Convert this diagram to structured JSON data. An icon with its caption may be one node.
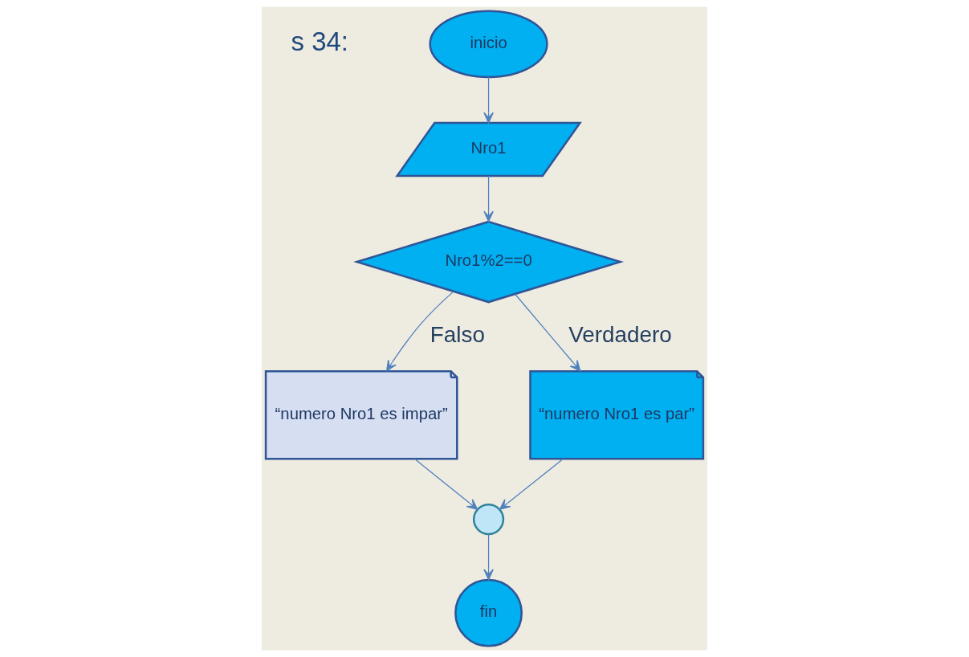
{
  "diagram": {
    "nodes": [
      {
        "text": [
          "inicio"
        ]
      },
      {
        "text": [
          "Nro1"
        ]
      },
      {
        "text": [
          "Nro1%2==0"
        ]
      },
      {
        "text": [
          "“numero Nro1 es impar”"
        ]
      },
      {
        "text": [
          "“numero Nro1 es par”"
        ]
      },
      {
        "text": [],
        "shape": "circle"
      },
      {
        "text": [
          "fin"
        ]
      }
    ],
    "edges": [
      {
        "from": 0,
        "to": 1,
        "arrow": "to"
      },
      {
        "from": 1,
        "to": 2,
        "arrow": "to"
      },
      {
        "from": 2,
        "to": 3,
        "arrow": "to",
        "label": "Falso"
      },
      {
        "from": 2,
        "to": 4,
        "arrow": "to",
        "label": "Verdadero"
      },
      {
        "from": 3,
        "to": 5,
        "arrow": "to"
      },
      {
        "from": 4,
        "to": 5,
        "arrow": "to"
      },
      {
        "from": 5,
        "to": 6,
        "arrow": "to"
      }
    ],
    "labels": [
      "s 34:"
    ]
  }
}
